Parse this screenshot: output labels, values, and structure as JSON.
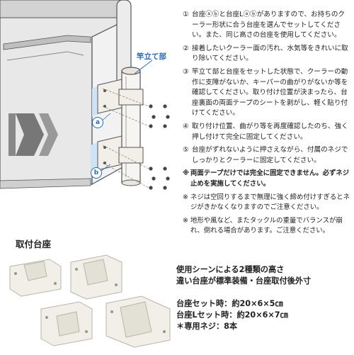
{
  "illustration": {
    "callout_label": "竿立て部",
    "label_a": "a",
    "label_b": "b",
    "brand_mark_icon": "daiwa-logo-mark"
  },
  "steps": [
    {
      "num": "①",
      "text": "台座ⓐⓑと台座Lⓐⓑがありますので、お持ちのクーラー形状に合う台座を選んでセットしてください。また、同じ高さの台座を使用してください。"
    },
    {
      "num": "②",
      "text": "接着したいクーラー面の汚れ、水気等をきれいに取り除いてください。"
    },
    {
      "num": "③",
      "text": "竿立て部と台座をセットした状態で、クーラーの動作に支障がないか、キーパーの曲がりがないか等を確認してください。取り付け位置が決まったら、台座裏面の両面テープのシートを剥がし、軽く貼り付けてください。"
    },
    {
      "num": "④",
      "text": "取り付け位置、曲がり等を再度確認したのち、強く押し付けて完全に固定してください。"
    },
    {
      "num": "⑤",
      "text": "台座がずれないように押さえながら、付属のネジでしっかりとクーラーに固定してください。"
    }
  ],
  "notes": [
    {
      "mark": "※",
      "text": "両面テープだけでは完全に固定できません。必ずネジ止めを実施してください。",
      "bold": true
    },
    {
      "mark": "※",
      "text": "ネジは空回りするまで無理に強く締め付けすぎるとネジがきかなくなりますのでご注意ください。",
      "bold": false
    },
    {
      "mark": "※",
      "text": "地形や風など、またタックルの重量でバランスが崩れ、倒れる場合があります。ご注意ください。",
      "bold": false
    }
  ],
  "base_section": {
    "title": "取付台座"
  },
  "description": {
    "line1": "使用シーンによる2種類の高さ",
    "line2": "違い台座が標準装備・台座取付後外寸",
    "spec1": "台座セット時：約20×6×5㎝",
    "spec2": "台座Lセット時：約20×6×7㎝",
    "spec3": "＊専用ネジ：8本"
  },
  "colors": {
    "accent_blue": "#2a6bb5",
    "highlight_blue": "#cfe3f6",
    "part_ivory": "#f1efe8",
    "cooler_grey": "#d9d9d9"
  }
}
